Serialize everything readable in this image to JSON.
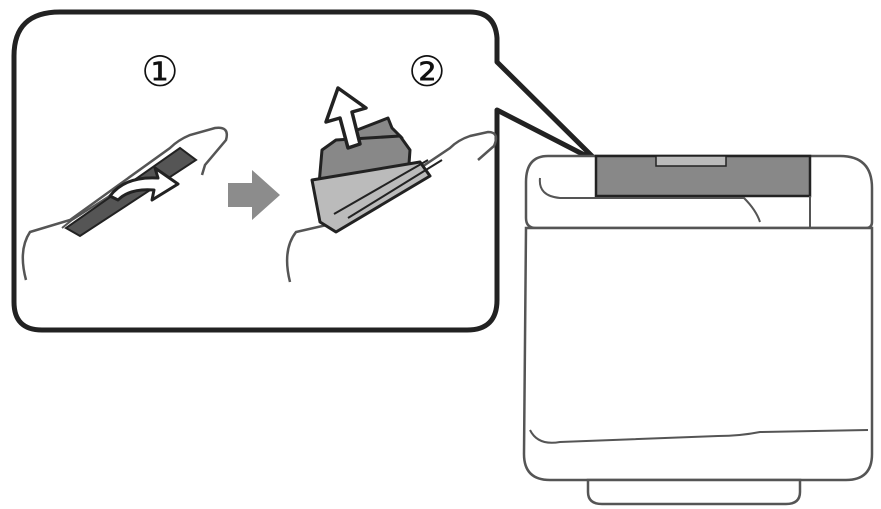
{
  "steps": [
    {
      "label": "①",
      "description_icon": "open-feeder-cover"
    },
    {
      "label": "②",
      "description_icon": "pull-up-paper-support"
    }
  ],
  "icons": {
    "between_steps": "right-arrow-icon",
    "pull_direction": "up-arrow-icon"
  },
  "colors": {
    "outline": "#222222",
    "dark_fill": "#555555",
    "mid_fill": "#888888",
    "light_fill": "#bbbbbb",
    "arrow_gray": "#8c8c8c",
    "background": "#ffffff"
  }
}
